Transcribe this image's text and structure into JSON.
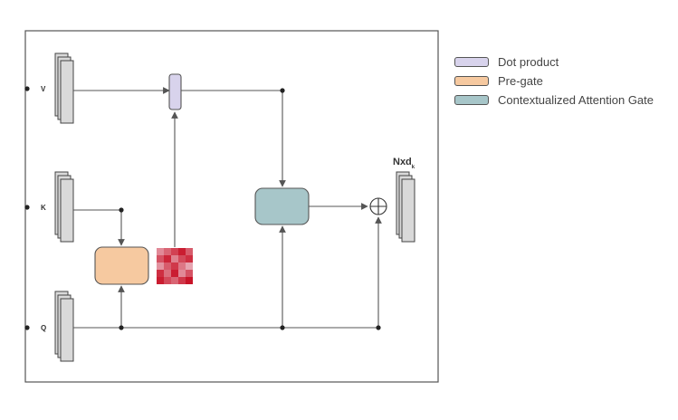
{
  "inputs": {
    "v_label": "V",
    "k_label": "K",
    "q_label": "Q"
  },
  "output": {
    "label_main": "Nxd",
    "label_sub": "k"
  },
  "legend": [
    {
      "label": "Dot product",
      "color": "#d8d3ec"
    },
    {
      "label": "Pre-gate",
      "color": "#f6c9a0"
    },
    {
      "label": "Contextualized Attention Gate",
      "color": "#a7c6c9"
    }
  ],
  "colors": {
    "dot_product": "#d8d3ec",
    "pre_gate": "#f6c9a0",
    "context_gate": "#a7c6c9",
    "line": "#555555"
  },
  "heatmap": {
    "values": [
      [
        0.35,
        0.55,
        0.75,
        0.95,
        0.6
      ],
      [
        0.65,
        0.9,
        0.4,
        0.7,
        0.85
      ],
      [
        0.3,
        0.6,
        0.8,
        0.45,
        0.2
      ],
      [
        0.85,
        0.5,
        0.95,
        0.35,
        0.65
      ],
      [
        0.95,
        0.7,
        0.55,
        0.8,
        1.0
      ]
    ]
  }
}
